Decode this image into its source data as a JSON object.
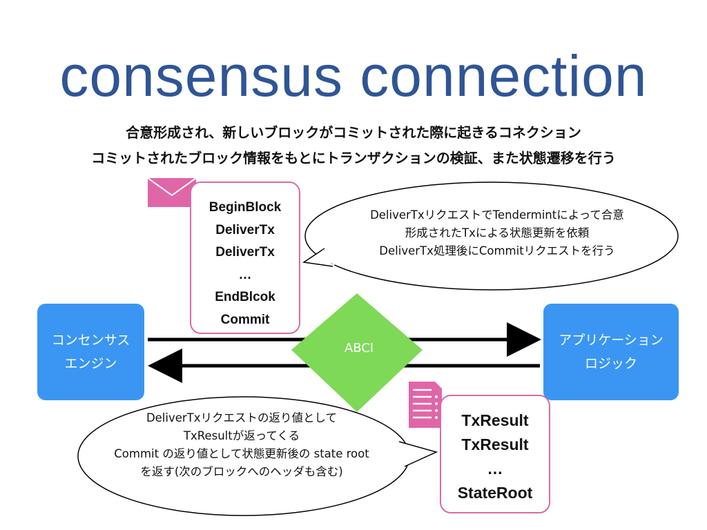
{
  "title": "consensus connection",
  "subtitle": [
    "合意形成され、新しいブロックがコミットされた際に起きるコネクション",
    "コミットされたブロック情報をもとにトランザクションの検証、また状態遷移を行う"
  ],
  "consensus_engine": {
    "line1": "コンセンサス",
    "line2": "エンジン"
  },
  "application_logic": {
    "line1": "アプリケーション",
    "line2": "ロジック"
  },
  "abci_label": "ABCI",
  "request_messages": [
    "BeginBlock",
    "DeliverTx",
    "DeliverTx",
    "…",
    "EndBlcok",
    "Commit"
  ],
  "response_messages": [
    "TxResult",
    "TxResult",
    "…",
    "StateRoot"
  ],
  "request_bubble": [
    "DeliverTxリクエストでTendermintによって合意",
    "形成されたTxによる状態更新を依頼",
    "DeliverTx処理後にCommitリクエストを行う"
  ],
  "response_bubble": [
    "DeliverTxリクエストの返り値として",
    "TxResultが返ってくる",
    "Commit の返り値として状態更新後の state root",
    "を返す(次のブロックへのヘッダも含む)"
  ],
  "icons": {
    "envelope": "envelope-icon",
    "document": "document-list-icon"
  },
  "colors": {
    "title": "#2f5596",
    "box": "#3a96f2",
    "diamond": "#7ed957",
    "accent": "#d96aa8"
  }
}
